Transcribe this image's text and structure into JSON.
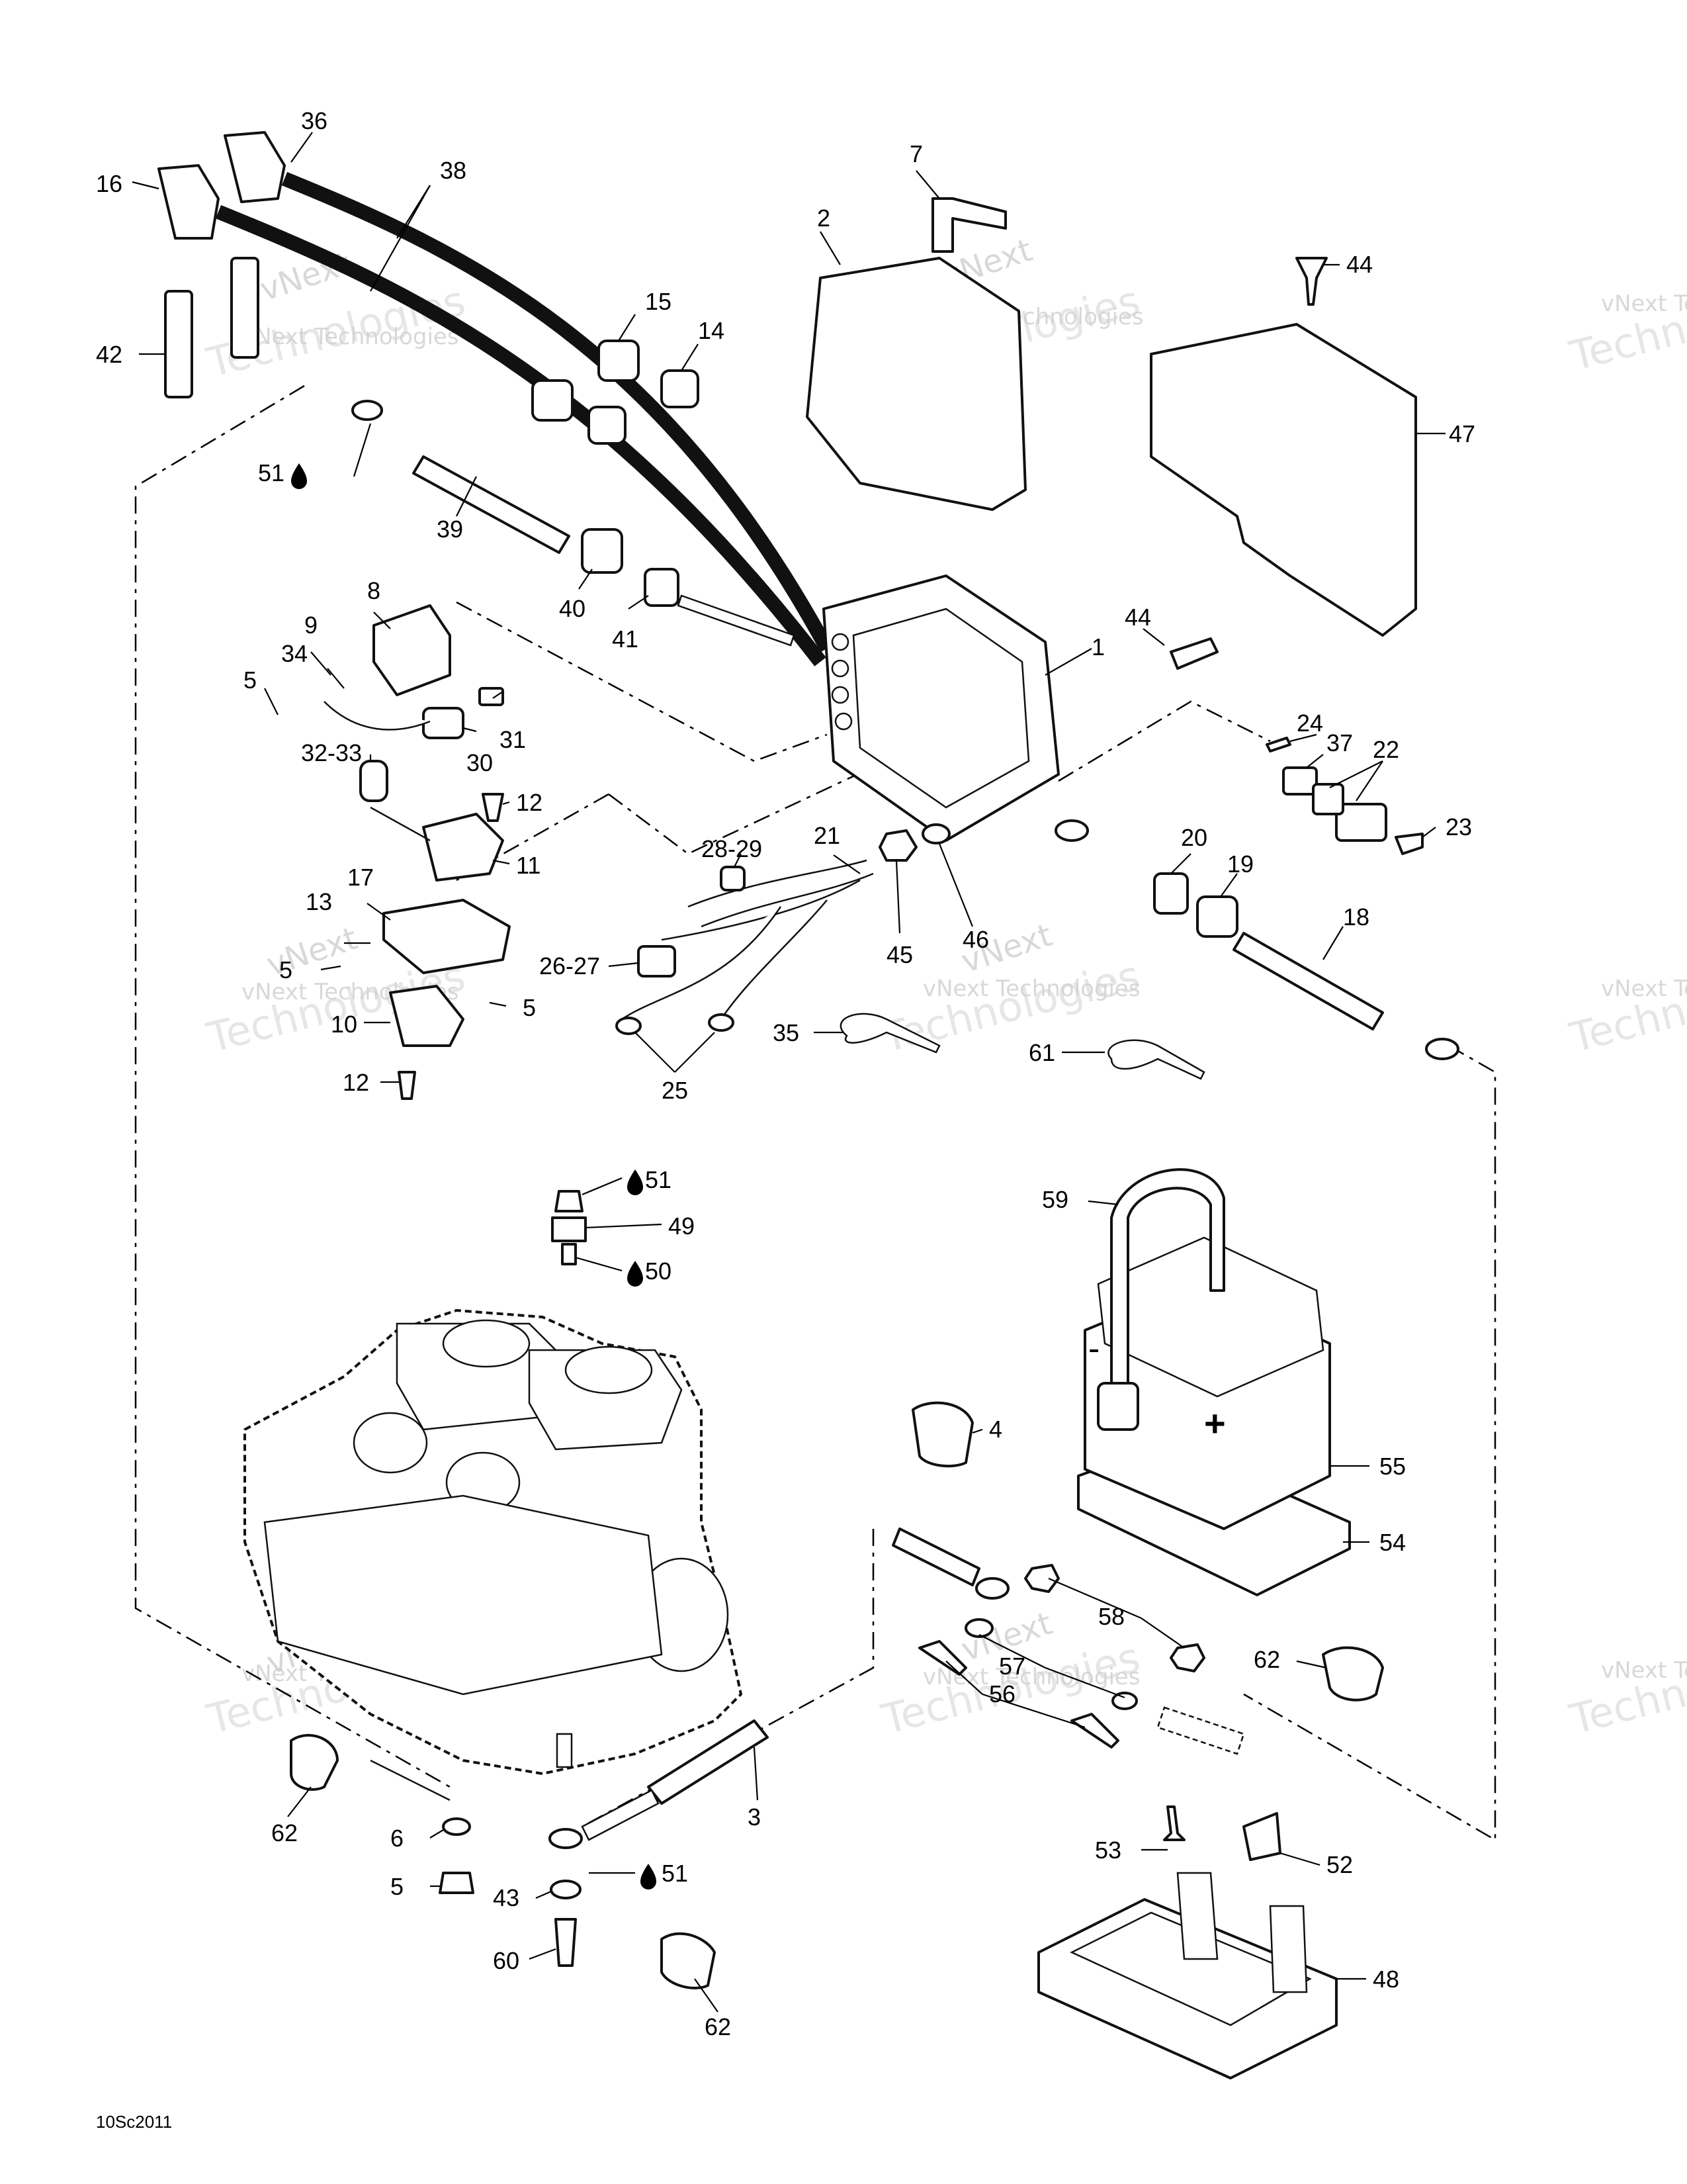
{
  "diagram": {
    "drawing_code": "10Sc2011",
    "watermark": {
      "brand": "vNext",
      "company": "vNext Technologies",
      "big": "Technologies"
    },
    "callouts": [
      {
        "id": "c1",
        "label": "1"
      },
      {
        "id": "c2",
        "label": "2"
      },
      {
        "id": "c3",
        "label": "3"
      },
      {
        "id": "c4",
        "label": "4"
      },
      {
        "id": "c5a",
        "label": "5"
      },
      {
        "id": "c5b",
        "label": "5"
      },
      {
        "id": "c5c",
        "label": "5"
      },
      {
        "id": "c5d",
        "label": "5"
      },
      {
        "id": "c6",
        "label": "6"
      },
      {
        "id": "c7",
        "label": "7"
      },
      {
        "id": "c8",
        "label": "8"
      },
      {
        "id": "c9",
        "label": "9"
      },
      {
        "id": "c10",
        "label": "10"
      },
      {
        "id": "c11",
        "label": "11"
      },
      {
        "id": "c12a",
        "label": "12"
      },
      {
        "id": "c12b",
        "label": "12"
      },
      {
        "id": "c13",
        "label": "13"
      },
      {
        "id": "c14",
        "label": "14"
      },
      {
        "id": "c15",
        "label": "15"
      },
      {
        "id": "c16",
        "label": "16"
      },
      {
        "id": "c17",
        "label": "17"
      },
      {
        "id": "c18",
        "label": "18"
      },
      {
        "id": "c19",
        "label": "19"
      },
      {
        "id": "c20",
        "label": "20"
      },
      {
        "id": "c21",
        "label": "21"
      },
      {
        "id": "c22",
        "label": "22"
      },
      {
        "id": "c23",
        "label": "23"
      },
      {
        "id": "c24",
        "label": "24"
      },
      {
        "id": "c25",
        "label": "25"
      },
      {
        "id": "c2627",
        "label": "26-27"
      },
      {
        "id": "c2829",
        "label": "28-29"
      },
      {
        "id": "c30",
        "label": "30"
      },
      {
        "id": "c31",
        "label": "31"
      },
      {
        "id": "c3233",
        "label": "32-33"
      },
      {
        "id": "c34",
        "label": "34"
      },
      {
        "id": "c35",
        "label": "35"
      },
      {
        "id": "c36",
        "label": "36"
      },
      {
        "id": "c37",
        "label": "37"
      },
      {
        "id": "c38",
        "label": "38"
      },
      {
        "id": "c39",
        "label": "39"
      },
      {
        "id": "c40",
        "label": "40"
      },
      {
        "id": "c41",
        "label": "41"
      },
      {
        "id": "c42",
        "label": "42"
      },
      {
        "id": "c43",
        "label": "43"
      },
      {
        "id": "c44a",
        "label": "44"
      },
      {
        "id": "c44b",
        "label": "44"
      },
      {
        "id": "c45",
        "label": "45"
      },
      {
        "id": "c46",
        "label": "46"
      },
      {
        "id": "c47",
        "label": "47"
      },
      {
        "id": "c48",
        "label": "48"
      },
      {
        "id": "c49",
        "label": "49"
      },
      {
        "id": "c50",
        "label": "50"
      },
      {
        "id": "c51a",
        "label": "51"
      },
      {
        "id": "c51b",
        "label": "51"
      },
      {
        "id": "c51c",
        "label": "51"
      },
      {
        "id": "c52",
        "label": "52"
      },
      {
        "id": "c53",
        "label": "53"
      },
      {
        "id": "c54",
        "label": "54"
      },
      {
        "id": "c55",
        "label": "55"
      },
      {
        "id": "c56",
        "label": "56"
      },
      {
        "id": "c57",
        "label": "57"
      },
      {
        "id": "c58",
        "label": "58"
      },
      {
        "id": "c59",
        "label": "59"
      },
      {
        "id": "c60",
        "label": "60"
      },
      {
        "id": "c61",
        "label": "61"
      },
      {
        "id": "c62a",
        "label": "62"
      },
      {
        "id": "c62b",
        "label": "62"
      },
      {
        "id": "c62c",
        "label": "62"
      }
    ],
    "battery_symbols": {
      "minus": "-",
      "plus": "+"
    },
    "icons": {
      "lubricant": "oil-drop-icon"
    }
  }
}
